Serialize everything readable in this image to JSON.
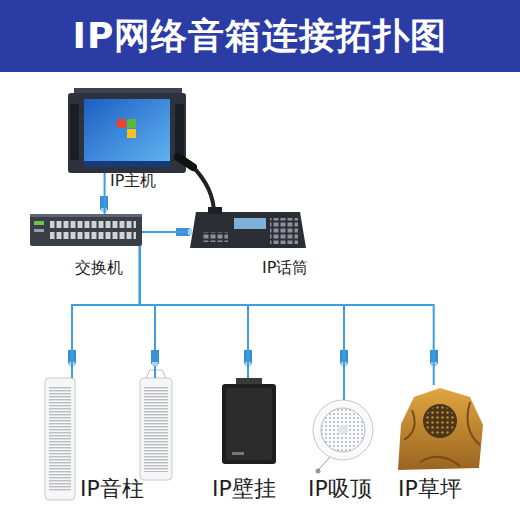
{
  "diagram": {
    "title": "IP网络音箱连接拓扑图",
    "nodes": [
      {
        "text": [
          "IP主机"
        ]
      },
      {
        "text": [
          "交换机"
        ]
      },
      {
        "text": [
          "IP话筒"
        ]
      },
      {
        "text": [
          "IP音柱"
        ]
      },
      {
        "text": [
          "IP壁挂"
        ]
      },
      {
        "text": [
          "IP吸顶"
        ]
      },
      {
        "text": [
          "IP草坪"
        ]
      }
    ],
    "edges": [
      {
        "from": 0,
        "to": 1,
        "arrow": "none"
      },
      {
        "from": 1,
        "to": 2,
        "arrow": "none"
      },
      {
        "from": 1,
        "to": 3,
        "arrow": "none"
      },
      {
        "from": 1,
        "to": 4,
        "arrow": "none"
      },
      {
        "from": 1,
        "to": 5,
        "arrow": "none"
      },
      {
        "from": 1,
        "to": 6,
        "arrow": "none"
      }
    ]
  }
}
